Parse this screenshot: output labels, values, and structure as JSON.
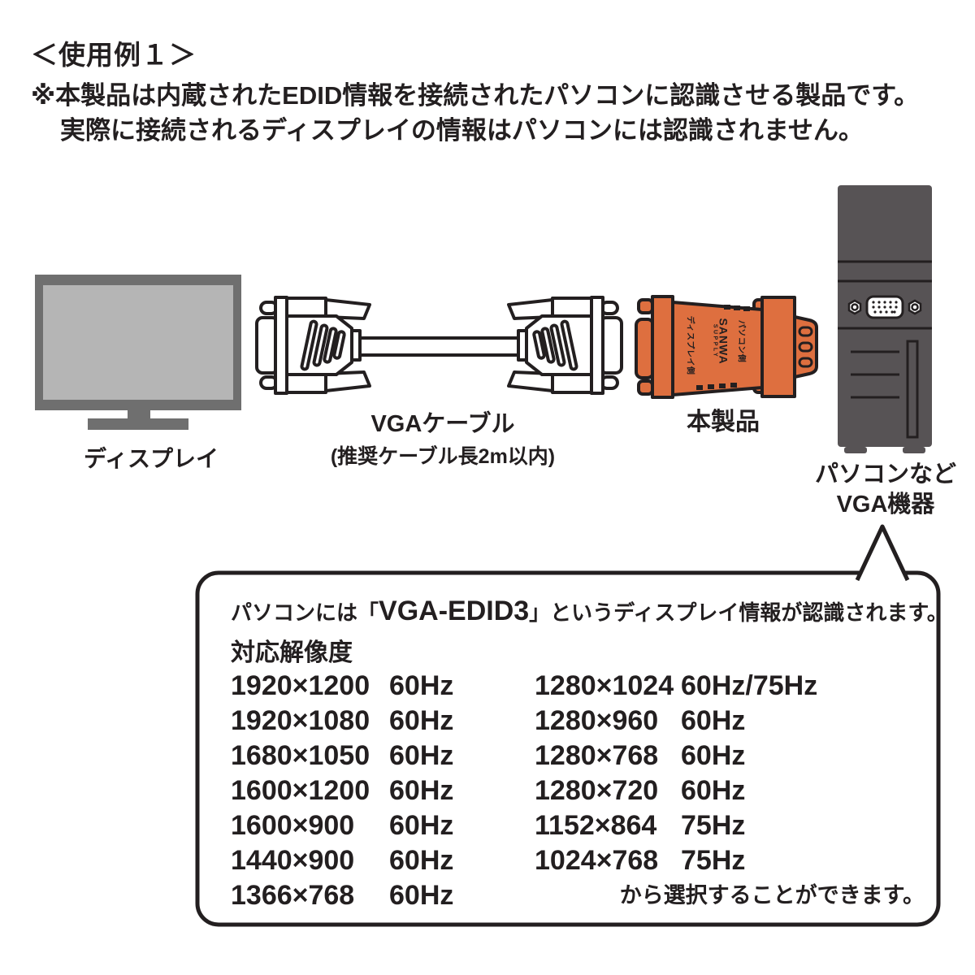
{
  "title": "＜使用例１＞",
  "note": {
    "line1": "※本製品は内蔵されたEDID情報を接続されたパソコンに認識させる製品です。",
    "line2": "実際に接続されるディスプレイの情報はパソコンには認識されません。"
  },
  "diagram": {
    "display_label": "ディスプレイ",
    "cable_label_line1": "VGAケーブル",
    "cable_label_line2": "(推奨ケーブル長2m以内)",
    "adapter_label": "本製品",
    "adapter": {
      "side_display": "ディスプレイ側",
      "brand_line1": "SANWA",
      "brand_line2": "SUPPLY",
      "side_pc": "パソコン側"
    },
    "pc_label_line1": "パソコンなど",
    "pc_label_line2": "VGA機器"
  },
  "callout": {
    "intro_prefix": "パソコンには「",
    "model": "VGA-EDID3",
    "intro_suffix": "」というディスプレイ情報が認識されます。",
    "subtitle": "対応解像度",
    "left_rows": [
      {
        "res": "1920×1200",
        "hz": "60Hz"
      },
      {
        "res": "1920×1080",
        "hz": "60Hz"
      },
      {
        "res": "1680×1050",
        "hz": "60Hz"
      },
      {
        "res": "1600×1200",
        "hz": "60Hz"
      },
      {
        "res": "1600×900",
        "hz": "60Hz"
      },
      {
        "res": "1440×900",
        "hz": "60Hz"
      },
      {
        "res": "1366×768",
        "hz": "60Hz"
      }
    ],
    "right_rows": [
      {
        "res": "1280×1024",
        "hz": "60Hz/75Hz"
      },
      {
        "res": "1280×960",
        "hz": "60Hz"
      },
      {
        "res": "1280×768",
        "hz": "60Hz"
      },
      {
        "res": "1280×720",
        "hz": "60Hz"
      },
      {
        "res": "1152×864",
        "hz": "75Hz"
      },
      {
        "res": "1024×768",
        "hz": "75Hz"
      }
    ],
    "closing": "から選択することができます。"
  },
  "colors": {
    "outline": "#231F20",
    "adapter_orange": "#DE6F3F",
    "display_frame": "#6F6F6F",
    "display_screen": "#B5B5B5",
    "tower_gray": "#575355",
    "white": "#FFFFFF"
  }
}
